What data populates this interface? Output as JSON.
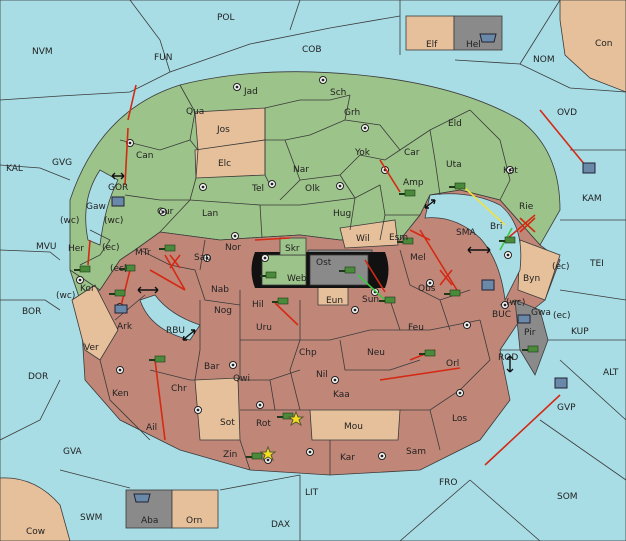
{
  "colors": {
    "sea": "#a8dde6",
    "green_power": "#9cc389",
    "red_power": "#c08779",
    "neutral": "#e6c09a",
    "grey_power": "#8a8a8a",
    "order_arrow": "#d42a14",
    "support_yellow": "#f0e040",
    "support_green": "#3ec83e"
  },
  "board": {
    "labels": {
      "pol": "POL",
      "nvm": "NVM",
      "fun": "FUN",
      "cob": "COB",
      "nom": "NOM",
      "con": "Con",
      "elf": "Elf",
      "hel": "Hel",
      "ovd": "OVD",
      "kal": "KAL",
      "gvg": "GVG",
      "kam": "KAM",
      "mvu": "MVU",
      "tei": "TEI",
      "bor": "BOR",
      "kup": "KUP",
      "dor": "DOR",
      "alt": "ALT",
      "gva": "GVA",
      "fro": "FRO",
      "som": "SOM",
      "swm": "SWM",
      "dax": "DAX",
      "lit": "LIT",
      "cow": "Cow",
      "aba": "Aba",
      "orn": "Orn",
      "sma": "SMA",
      "bri": "Bri",
      "bun": "BUC",
      "rod": "ROD",
      "gvp": "GVP",
      "rbu": "RBU",
      "jad": "Jad",
      "sch": "Sch",
      "qua": "Qua",
      "jos": "Jos",
      "grh": "Grh",
      "eld": "Eld",
      "can": "Can",
      "elc": "Elc",
      "nar": "Nar",
      "yok": "Yok",
      "car": "Car",
      "uta": "Uta",
      "kat": "Kat",
      "gor": "GOR",
      "gaw": "Gaw",
      "tel": "Tel",
      "olk": "Olk",
      "amp": "Amp",
      "gur": "Gur",
      "lan": "Lan",
      "hug": "Hug",
      "rie": "Rie",
      "wc1": "(wc)",
      "ec1": "(ec)",
      "her": "Her",
      "kor": "Kor",
      "wc2": "(wc)",
      "nor": "Nor",
      "skr": "Skr",
      "wil": "Wil",
      "esm": "Esm",
      "mel": "Mel",
      "byn": "Byn",
      "ec2": "(ec)",
      "ost": "Ost",
      "web": "Web",
      "sap": "Sap",
      "mtr": "MTr",
      "ec3": "(ec)",
      "nab": "Nab",
      "eun": "Eun",
      "sun": "Sun",
      "obs": "Obs",
      "wc3": "(wc)",
      "gwa": "Gwa",
      "ec4": "(ec)",
      "ark": "Ark",
      "hil": "Hil",
      "nog": "Nog",
      "uru": "Uru",
      "feu": "Feu",
      "pir": "Pir",
      "ver": "Ver",
      "bar": "Bar",
      "chp": "Chp",
      "neu": "Neu",
      "orl": "Orl",
      "qwi": "Qwi",
      "nil": "Nil",
      "ken": "Ken",
      "chr": "Chr",
      "kaa": "Kaa",
      "sot": "Sot",
      "rot": "Rot",
      "los": "Los",
      "ail": "Ail",
      "mou": "Mou",
      "zin": "Zin",
      "kar": "Kar",
      "sam": "Sam",
      "wc4": "(wc)"
    }
  }
}
